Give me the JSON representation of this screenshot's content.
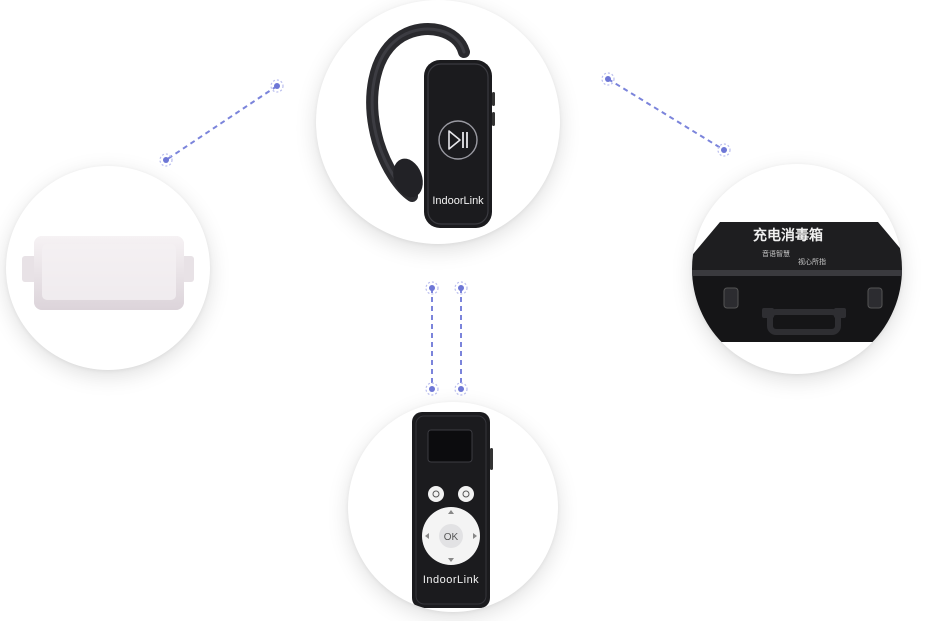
{
  "products": {
    "earpiece": {
      "brand": "IndoorLink",
      "icon": "play-pause-icon"
    },
    "remote": {
      "brand": "IndoorLink",
      "center_label": "OK",
      "icons": [
        "screen-icon",
        "top-left-key-icon",
        "top-right-key-icon",
        "dpad-icon"
      ]
    },
    "case": {
      "title": "充电消毒箱",
      "tagline_1": "音语智慧",
      "tagline_2": "视心所指"
    },
    "tag": {}
  },
  "colors": {
    "connector": "#7b84db",
    "device_black": "#1b1b1e",
    "tag_body": "#eee8ec",
    "case_body": "#1e1e20"
  }
}
